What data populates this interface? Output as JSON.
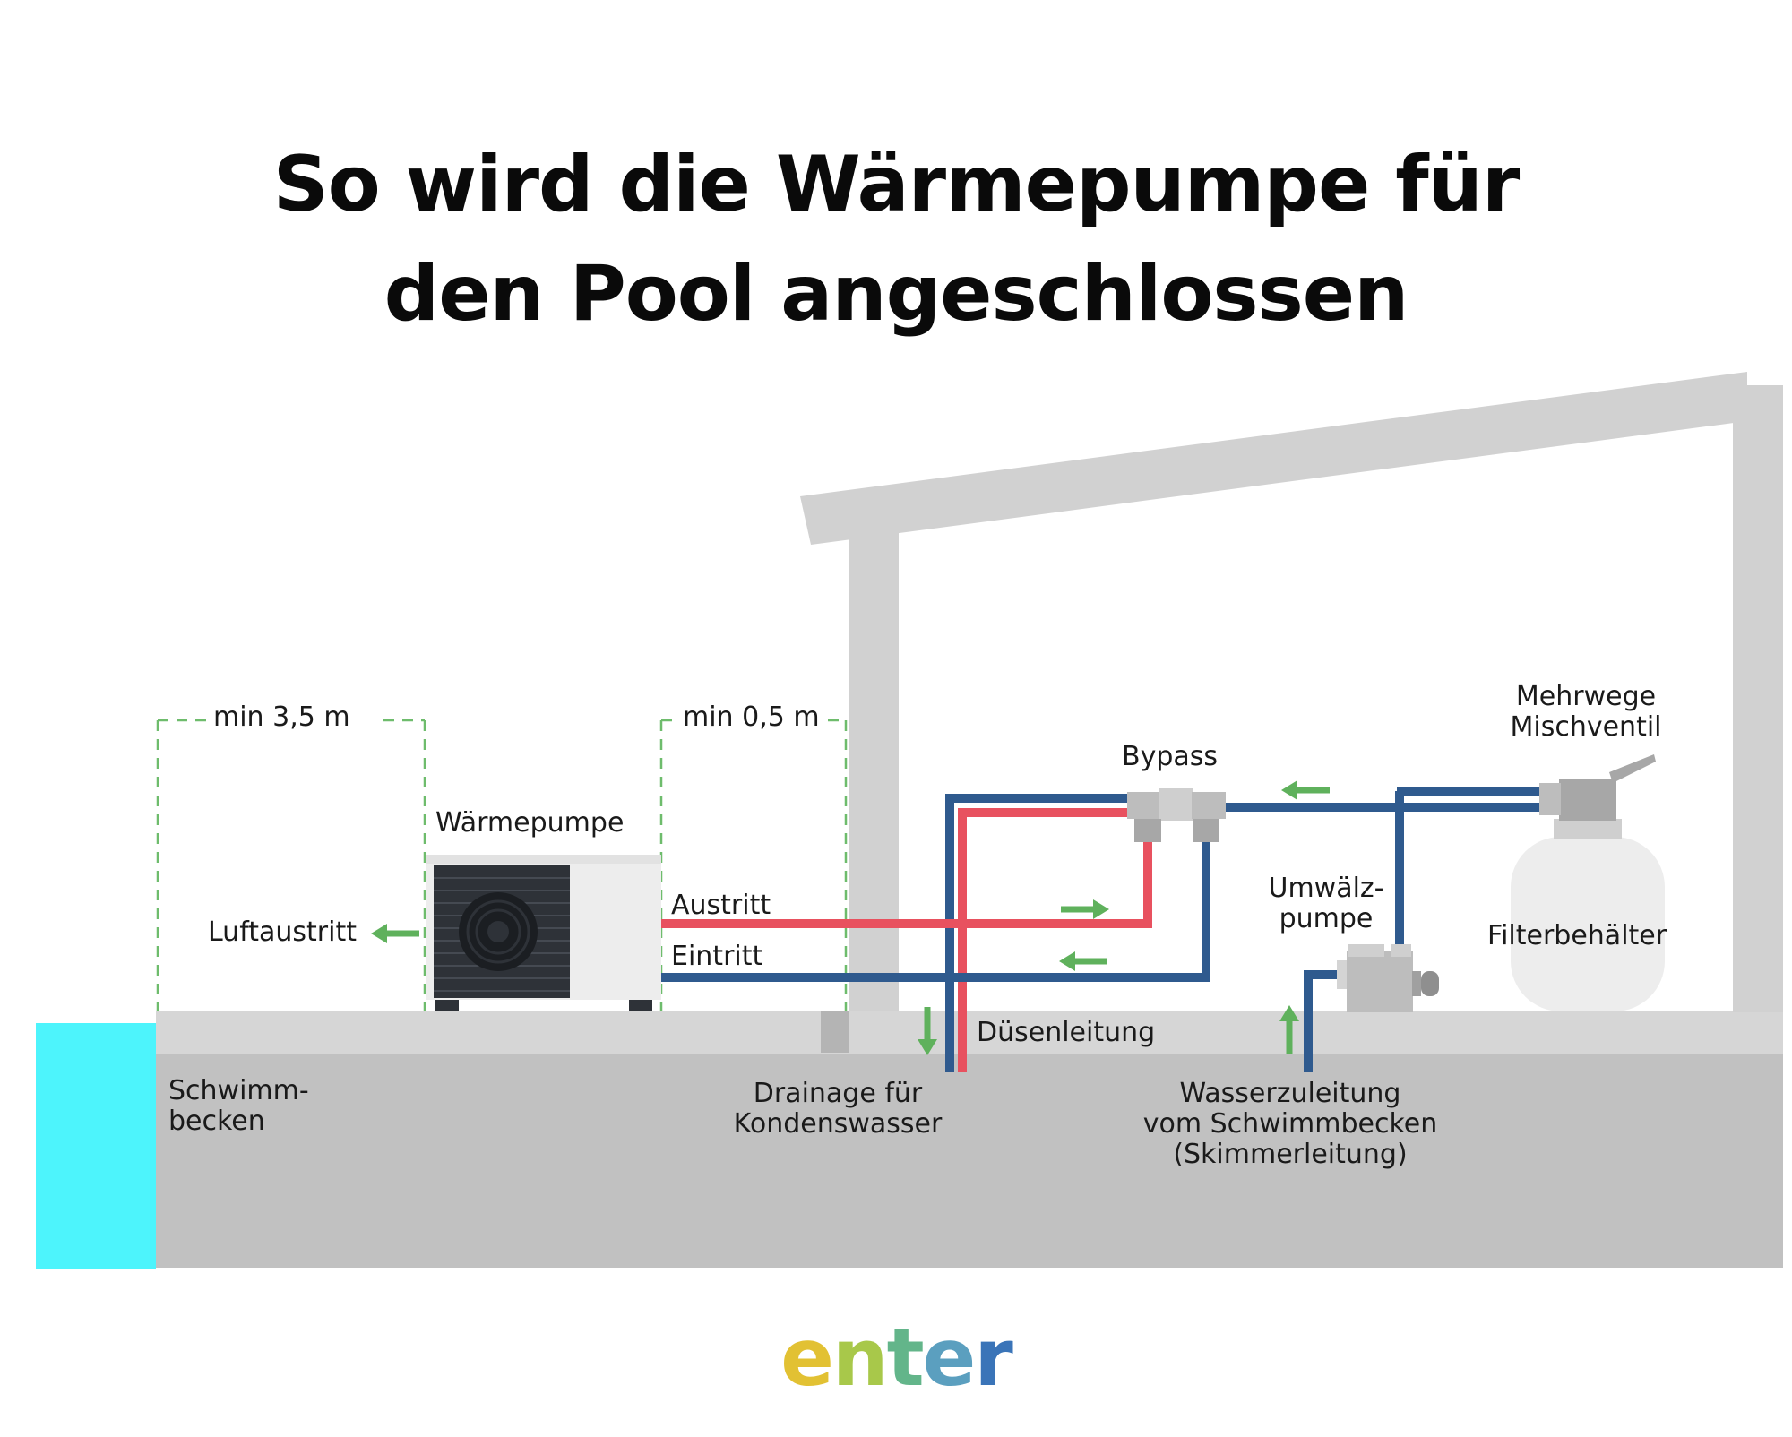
{
  "title": {
    "line1": "So wird die Wärmepumpe für",
    "line2": "den Pool angeschlossen"
  },
  "labels": {
    "min_3_5": "min 3,5 m",
    "min_0_5": "min 0,5 m",
    "waermepumpe": "Wärmepumpe",
    "luftaustritt": "Luftaustritt",
    "austritt": "Austritt",
    "eintritt": "Eintritt",
    "bypass": "Bypass",
    "mehrwege_line1": "Mehrwege",
    "mehrwege_line2": "Mischventil",
    "umwaelz_line1": "Umwälz-",
    "umwaelz_line2": "pumpe",
    "filterbehaelter": "Filterbehälter",
    "duesenleitung": "Düsenleitung",
    "schwimm_line1": "Schwimm-",
    "schwimm_line2": "becken",
    "drainage_line1": "Drainage für",
    "drainage_line2": "Kondenswasser",
    "wasser_line1": "Wasserzuleitung",
    "wasser_line2": "vom Schwimmbecken",
    "wasser_line3": "(Skimmerleitung)"
  },
  "logo": {
    "letters": [
      "e",
      "n",
      "t",
      "e",
      "r"
    ]
  },
  "colors": {
    "hot_pipe": "#e8515f",
    "cold_pipe": "#2f5a8e",
    "arrow": "#5fb15c",
    "pool": "#4df4fc",
    "ground": "#c1c1c1",
    "slab": "#d6d6d6",
    "roof": "#d1d1d1",
    "dashed_guide": "#6ebc6c",
    "logo_e1": "#e2c133",
    "logo_n": "#a8c84a",
    "logo_t": "#63b58a",
    "logo_e2": "#5b9fbf",
    "logo_r": "#3a74b8"
  }
}
